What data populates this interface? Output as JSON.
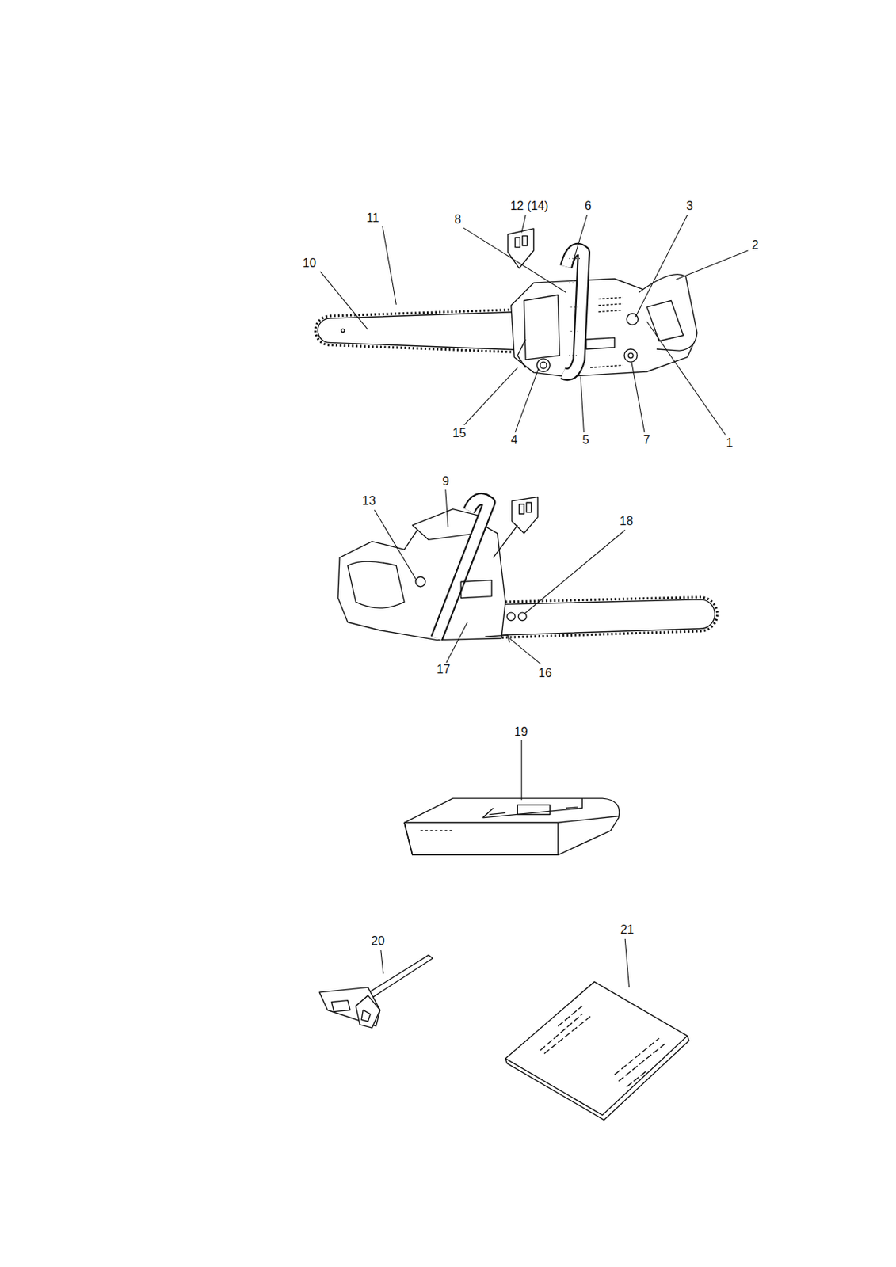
{
  "diagram": {
    "labels": [
      "12 (14)",
      "6",
      "3",
      "11",
      "8",
      "2",
      "10",
      "15",
      "4",
      "5",
      "7",
      "1",
      "9",
      "13",
      "18",
      "17",
      "16",
      "19",
      "20",
      "21"
    ]
  }
}
